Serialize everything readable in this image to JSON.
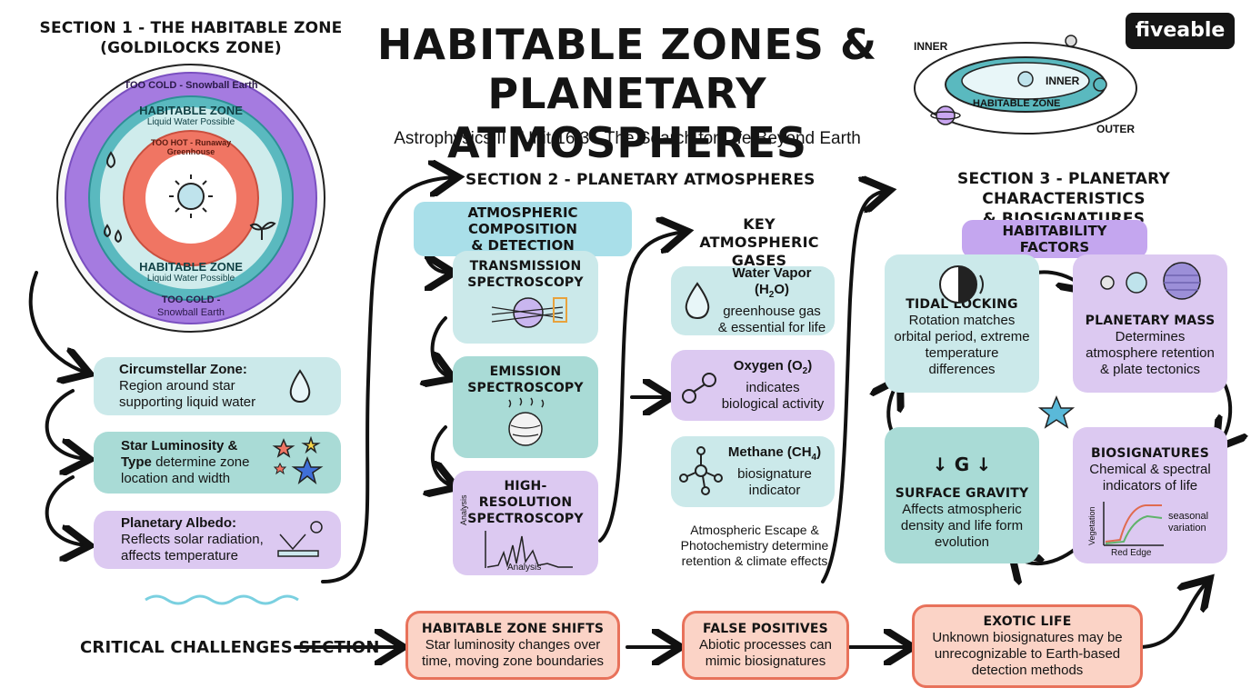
{
  "header": {
    "title_line1": "HABITABLE ZONES &",
    "title_line2": "PLANETARY ATMOSPHERES",
    "subtitle": "Astrophysics II | Unit 16.3 - The Search for Life Beyond Earth",
    "logo": "fiveable"
  },
  "section1": {
    "title_line1": "SECTION 1 - THE HABITABLE ZONE",
    "title_line2": "(GOLDILOCKS ZONE)",
    "ring": {
      "too_cold_top": "TOO COLD - Snowball Earth",
      "habitable_top": "HABITABLE ZONE",
      "liquid_top": "Liquid Water Possible",
      "too_hot": "TOO HOT - Runaway Greenhouse",
      "habitable_bottom": "HABITABLE ZONE",
      "liquid_bottom": "Liquid Water Possible",
      "too_cold_bottom_1": "TOO COLD -",
      "too_cold_bottom_2": "Snowball Earth"
    },
    "circumstellar": {
      "title": "Circumstellar Zone:",
      "line1": "Region around star",
      "line2": "supporting liquid water"
    },
    "luminosity": {
      "title": "Star Luminosity &",
      "title2": "Type",
      "line1": " determine zone",
      "line2": "location and width"
    },
    "albedo": {
      "title": "Planetary Albedo:",
      "line1": "Reflects solar radiation,",
      "line2": "affects temperature"
    }
  },
  "mini_diagram": {
    "inner_top": "INNER",
    "inner_mid": "INNER",
    "habitable": "HABITABLE ZONE",
    "outer": "OUTER"
  },
  "section2": {
    "title": "SECTION 2 - PLANETARY ATMOSPHERES",
    "comp_line1": "ATMOSPHERIC COMPOSITION",
    "comp_line2": "& DETECTION",
    "transmission_1": "TRANSMISSION",
    "transmission_2": "SPECTROSCOPY",
    "emission_1": "EMISSION",
    "emission_2": "SPECTROSCOPY",
    "highres_1": "HIGH-RESOLUTION",
    "highres_2": "SPECTROSCOPY",
    "highres_ylabel": "Analysis",
    "highres_xlabel": "Analysis",
    "gases_1": "KEY ATMOSPHERIC",
    "gases_2": "GASES",
    "water": {
      "name": "Water Vapor (H",
      "sub": "2",
      "end": "O)",
      "line1": "greenhouse gas",
      "line2": "& essential for life"
    },
    "oxygen": {
      "name": "Oxygen (O",
      "sub": "2",
      "end": ")",
      "line1": "indicates",
      "line2": "biological activity"
    },
    "methane": {
      "name": "Methane (CH",
      "sub": "4",
      "end": ")",
      "line1": "biosignature",
      "line2": "indicator"
    },
    "escape_1": "Atmospheric Escape &",
    "escape_2": "Photochemistry determine",
    "escape_3": "retention & climate effects"
  },
  "section3": {
    "title_1": "SECTION 3 - PLANETARY CHARACTERISTICS",
    "title_2": "& BIOSIGNATURES",
    "factors": "HABITABILITY FACTORS",
    "tidal": {
      "title": "TIDAL LOCKING",
      "line1": "Rotation matches",
      "line2": "orbital period, extreme",
      "line3": "temperature differences"
    },
    "mass": {
      "title": "PLANETARY MASS",
      "line1": "Determines",
      "line2": "atmosphere retention",
      "line3": "& plate tectonics"
    },
    "gravity": {
      "symbol": "G",
      "title": "SURFACE GRAVITY",
      "line1": "Affects atmospheric",
      "line2": "density and life form",
      "line3": "evolution"
    },
    "biosig": {
      "title": "BIOSIGNATURES",
      "line1": "Chemical & spectral",
      "line2": "indicators of life",
      "ylabel": "Vegetation",
      "xlabel": "Red Edge",
      "note1": "seasonal",
      "note2": "variation"
    }
  },
  "challenges": {
    "label": "CRITICAL CHALLENGES SECTION",
    "shifts": {
      "title": "HABITABLE ZONE SHIFTS",
      "line1": "Star luminosity changes over",
      "line2": "time, moving zone boundaries"
    },
    "false": {
      "title": "FALSE POSITIVES",
      "line1": "Abiotic processes can",
      "line2": "mimic biosignatures"
    },
    "exotic": {
      "title": "EXOTIC LIFE",
      "line1": "Unknown biosignatures may be",
      "line2": "unrecognizable to Earth-based",
      "line3": "detection methods"
    }
  },
  "colors": {
    "purple": "#9b6fd8",
    "teal": "#5ab9bf",
    "coral": "#f07563",
    "light_teal": "#cbe9ea",
    "light_purple": "#dcc9f1",
    "light_orange": "#fbd3c6"
  }
}
